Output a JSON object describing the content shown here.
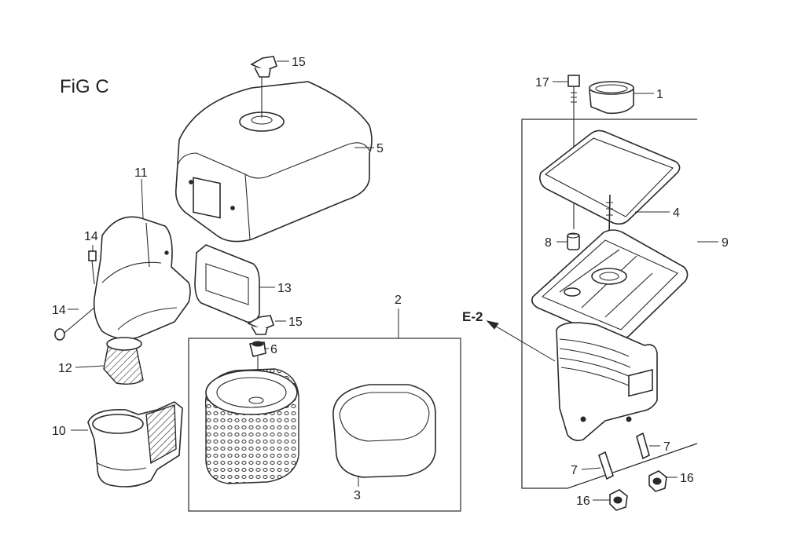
{
  "figure_label": "FiG C",
  "reference_label": "E-2",
  "callouts": {
    "c1": "1",
    "c2": "2",
    "c3": "3",
    "c4": "4",
    "c5": "5",
    "c6": "6",
    "c7a": "7",
    "c7b": "7",
    "c8": "8",
    "c9": "9",
    "c10": "10",
    "c11": "11",
    "c12": "12",
    "c13": "13",
    "c14a": "14",
    "c14b": "14",
    "c15a": "15",
    "c15b": "15",
    "c16a": "16",
    "c16b": "16",
    "c17": "17"
  },
  "colors": {
    "ink": "#2a2a2a",
    "paper": "#ffffff"
  }
}
